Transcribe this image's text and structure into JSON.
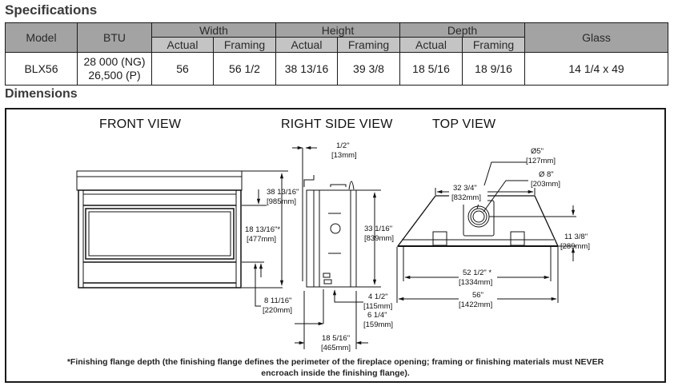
{
  "specifications": {
    "title": "Specifications",
    "headers": {
      "model": "Model",
      "btu": "BTU",
      "width": "Width",
      "height": "Height",
      "depth": "Depth",
      "glass": "Glass",
      "actual": "Actual",
      "framing": "Framing"
    },
    "rows": [
      {
        "model": "BLX56",
        "btu_ng": "28 000 (NG)",
        "btu_p": "26,500 (P)",
        "width_actual": "56",
        "width_framing": "56 1/2",
        "height_actual": "38 13/16",
        "height_framing": "39 3/8",
        "depth_actual": "18 5/16",
        "depth_framing": "18 9/16",
        "glass": "14 1/4 x 49"
      }
    ]
  },
  "dimensions": {
    "title": "Dimensions",
    "views": {
      "front": "FRONT VIEW",
      "right_side": "RIGHT SIDE VIEW",
      "top": "TOP VIEW"
    },
    "front_view": {
      "overall_height": "38 13/16\"",
      "overall_height_mm": "[985mm]",
      "opening_height": "18 13/16\"*",
      "opening_height_mm": "[477mm]",
      "base_height": "8 11/16\"",
      "base_height_mm": "[220mm]"
    },
    "side_view": {
      "flange": "1/2\"",
      "flange_mm": "[13mm]",
      "vent_height": "33 1/16\"",
      "vent_height_mm": "[839mm]",
      "gas_height": "4 1/2\"",
      "gas_height_mm": "[115mm]",
      "gas_depth": "6 1/4\"",
      "gas_depth_mm": "[159mm]",
      "depth": "18 5/16\"",
      "depth_mm": "[465mm]"
    },
    "top_view": {
      "inner_vent": "Ø5\"",
      "inner_vent_mm": "[127mm]",
      "outer_vent": "Ø 8\"",
      "outer_vent_mm": "[203mm]",
      "back_width": "32 3/4\"",
      "back_width_mm": "[832mm]",
      "vent_offset": "11 3/8\"",
      "vent_offset_mm": "[289mm]",
      "opening_width": "52 1/2\"   *",
      "opening_width_mm": "[1334mm]",
      "overall_width": "56\"",
      "overall_width_mm": "[1422mm]"
    },
    "footnote_line1": "*Finishing flange depth (the finishing flange defines the perimeter of the fireplace opening; framing or finishing materials must NEVER",
    "footnote_line2": "encroach inside the finishing flange)."
  }
}
